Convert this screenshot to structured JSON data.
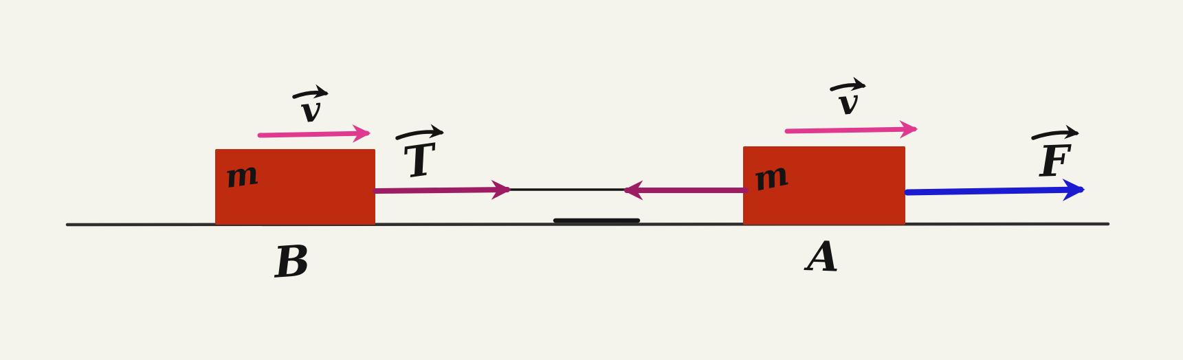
{
  "diagram": {
    "labels": {
      "mass_b": "m",
      "mass_a": "m",
      "block_b": "B",
      "block_a": "A",
      "velocity_b": "v",
      "velocity_a": "v",
      "tension": "T",
      "force": "F"
    },
    "colors": {
      "background": "#f5f4ec",
      "block_fill": "#bf2b0e",
      "velocity_arrow": "#e03a90",
      "tension_arrow": "#9c1d63",
      "force_arrow": "#1b1bd1",
      "ink": "#141414",
      "ground": "#2e2e2e"
    }
  }
}
